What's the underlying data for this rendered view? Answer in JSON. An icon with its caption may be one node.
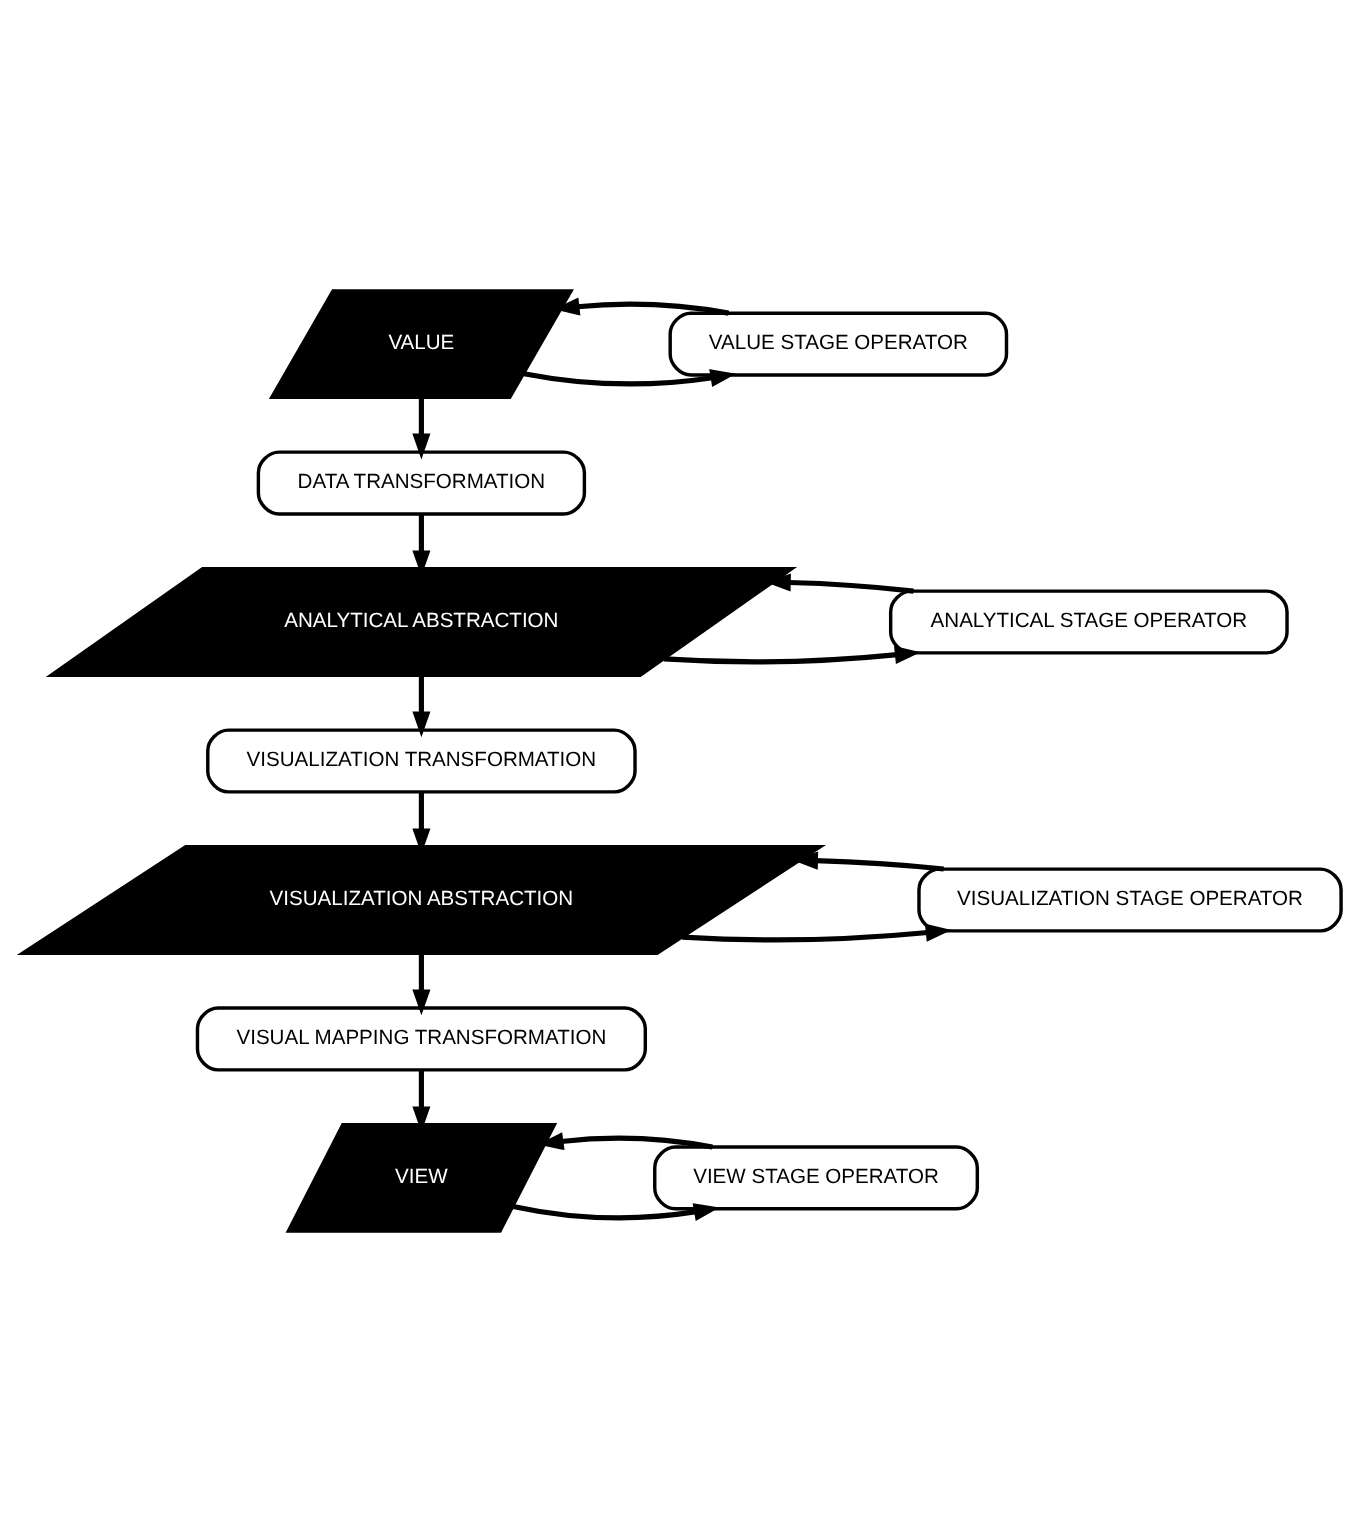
{
  "diagram": {
    "nodes": [
      {
        "text": [
          "VALUE"
        ]
      },
      {
        "text": [
          "VALUE STAGE OPERATOR"
        ]
      },
      {
        "text": [
          "DATA TRANSFORMATION"
        ]
      },
      {
        "text": [
          "ANALYTICAL ABSTRACTION"
        ]
      },
      {
        "text": [
          "ANALYTICAL STAGE OPERATOR"
        ]
      },
      {
        "text": [
          "VISUALIZATION TRANSFORMATION"
        ]
      },
      {
        "text": [
          "VISUALIZATION ABSTRACTION"
        ]
      },
      {
        "text": [
          "VISUALIZATION STAGE OPERATOR"
        ]
      },
      {
        "text": [
          "VISUAL MAPPING TRANSFORMATION"
        ]
      },
      {
        "text": [
          "VIEW"
        ]
      },
      {
        "text": [
          "VIEW STAGE OPERATOR"
        ]
      }
    ],
    "edges": [
      {
        "from": 0,
        "to": 1,
        "arrow": "to"
      },
      {
        "from": 1,
        "to": 0,
        "arrow": "to"
      },
      {
        "from": 0,
        "to": 2,
        "arrow": "to"
      },
      {
        "from": 2,
        "to": 3,
        "arrow": "to"
      },
      {
        "from": 3,
        "to": 4,
        "arrow": "to"
      },
      {
        "from": 4,
        "to": 3,
        "arrow": "to"
      },
      {
        "from": 3,
        "to": 5,
        "arrow": "to"
      },
      {
        "from": 5,
        "to": 6,
        "arrow": "to"
      },
      {
        "from": 6,
        "to": 7,
        "arrow": "to"
      },
      {
        "from": 7,
        "to": 6,
        "arrow": "to"
      },
      {
        "from": 6,
        "to": 8,
        "arrow": "to"
      },
      {
        "from": 8,
        "to": 9,
        "arrow": "to"
      },
      {
        "from": 9,
        "to": 10,
        "arrow": "to"
      },
      {
        "from": 10,
        "to": 9,
        "arrow": "to"
      }
    ]
  }
}
